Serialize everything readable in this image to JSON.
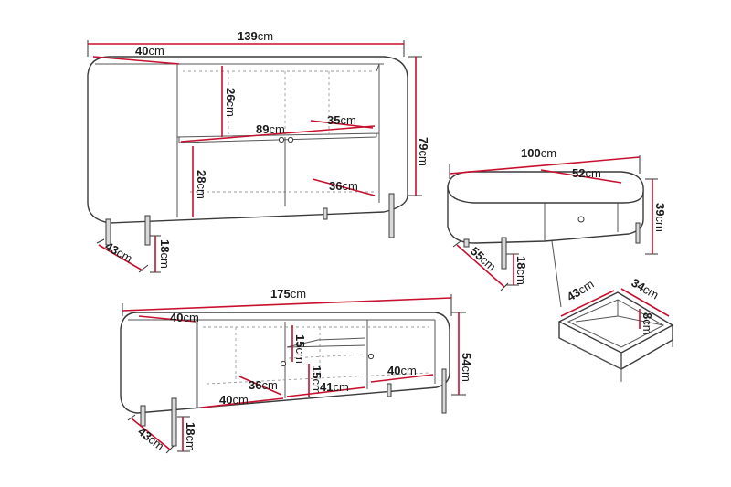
{
  "colors": {
    "dimension_line": "#c8102e",
    "outline": "#3a3a3a",
    "background": "#ffffff"
  },
  "unit": "cm",
  "sideboard": {
    "width": "139",
    "depth": "40",
    "height": "79",
    "leg_depth": "43",
    "leg_height": "18",
    "upper_compartment_height": "26",
    "lower_compartment_height": "28",
    "inner_width": "89",
    "upper_shelf_depth": "35",
    "lower_shelf_depth": "36"
  },
  "coffee_table": {
    "width": "100",
    "drawer_width": "52",
    "height": "39",
    "depth": "55",
    "leg_height": "18"
  },
  "drawer": {
    "depth": "43",
    "width": "34",
    "height": "8"
  },
  "tv_stand": {
    "width": "175",
    "depth": "40",
    "height": "54",
    "leg_depth": "43",
    "leg_height": "18",
    "shelf_depth": "36",
    "left_compartment_width": "40",
    "upper_compartment_height": "15",
    "lower_compartment_height": "15",
    "middle_compartment_width": "41",
    "right_compartment_width": "40"
  }
}
